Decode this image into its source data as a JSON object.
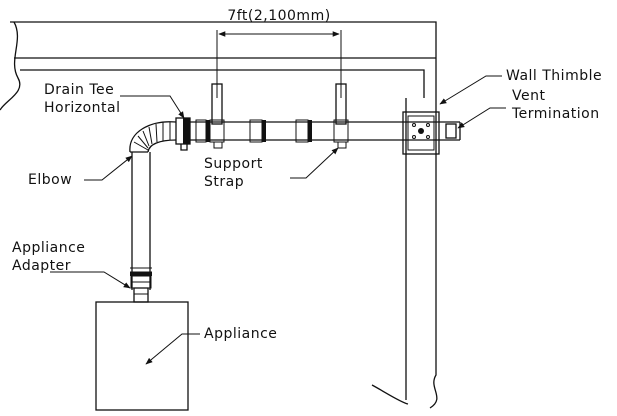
{
  "dimension": {
    "text": "7ft(2,100mm)"
  },
  "labels": {
    "drain_tee": [
      "Drain Tee",
      "Horizontal"
    ],
    "wall_thimble": "Wall Thimble",
    "vent_termination": [
      "Vent",
      "Termination"
    ],
    "elbow": "Elbow",
    "support_strap": [
      "Support",
      "Strap"
    ],
    "appliance_adapter": [
      "Appliance",
      "Adapter"
    ],
    "appliance": "Appliance"
  }
}
